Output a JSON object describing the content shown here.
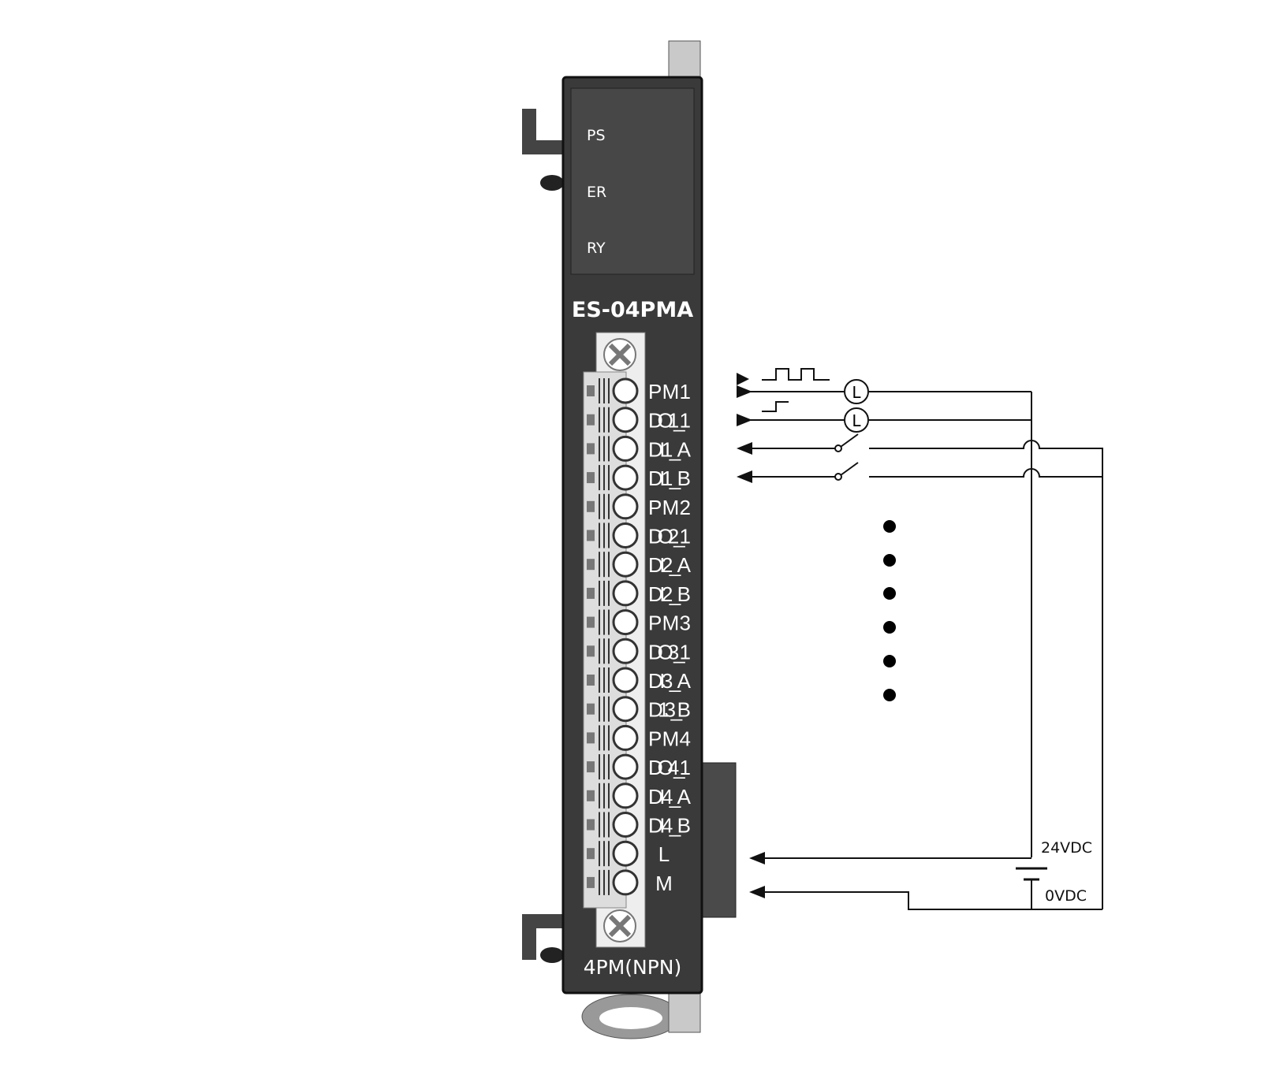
{
  "module": {
    "model": "ES-04PMA",
    "type_label": "4PM(NPN)",
    "leds": [
      "PS",
      "ER",
      "RY"
    ],
    "terminals": [
      "PM1",
      "DO1_1",
      "DI1_A",
      "DI1_B",
      "PM2",
      "DO2_1",
      "DI2_A",
      "DI2_B",
      "PM3",
      "DO3_1",
      "DI3_A",
      "D13_B",
      "PM4",
      "DO4_1",
      "DI4_A",
      "DI4_B",
      "L",
      "M"
    ]
  },
  "wiring": {
    "load_symbol": "L",
    "supply_positive": "24VDC",
    "supply_negative": "0VDC"
  },
  "colors": {
    "housing": "#3a3a3a",
    "panel": "#474747",
    "wire": "#111111"
  }
}
